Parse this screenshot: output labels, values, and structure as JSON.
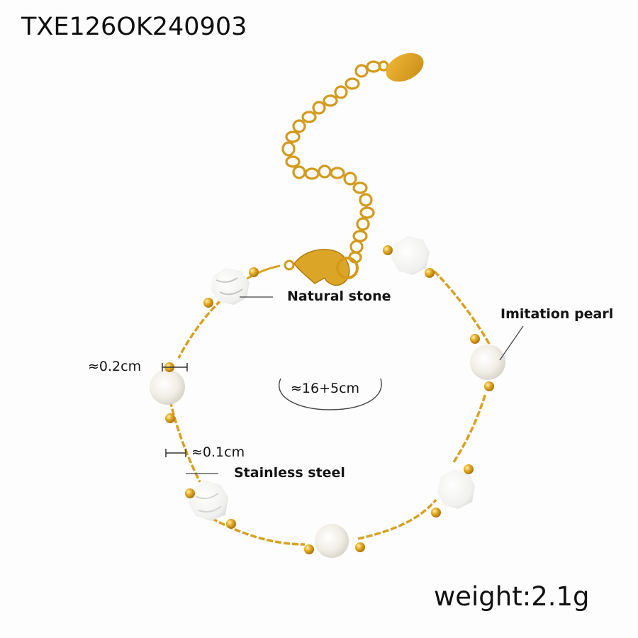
{
  "product": {
    "sku": "TXE126OK240903",
    "weight_label": "weight:2.1g"
  },
  "annotations": {
    "natural_stone": "Natural stone",
    "imitation_pearl": "Imitation pearl",
    "stainless_steel": "Stainless steel",
    "bead_size": "≈0.2cm",
    "chain_width": "≈0.1cm",
    "length": "≈16+5cm"
  },
  "colors": {
    "gold": "#d9a020",
    "gold_dark": "#b57d0e",
    "pearl": "#f4f1ea",
    "stone": "#f2f2f0",
    "background": "#fdfdfd",
    "text": "#111111"
  }
}
